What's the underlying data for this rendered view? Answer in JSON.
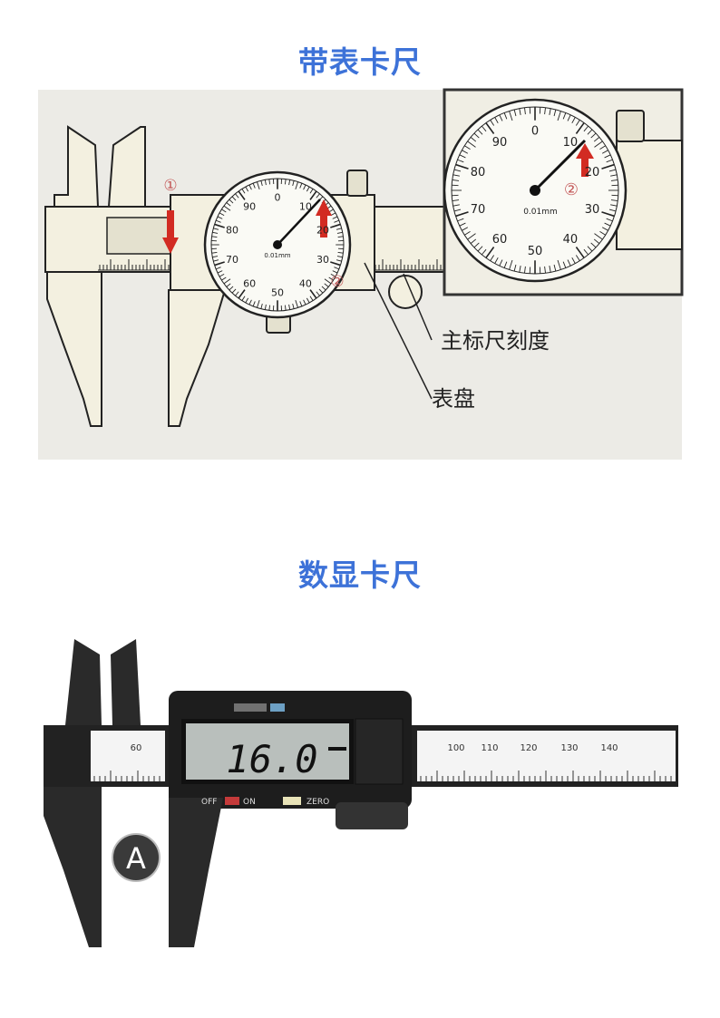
{
  "section1": {
    "title": "带表卡尺",
    "dial_numbers": [
      "0",
      "10",
      "20",
      "30",
      "40",
      "50",
      "60",
      "70",
      "80",
      "90"
    ],
    "dial_unit": "0.01mm",
    "marker_1": "①",
    "marker_2": "②",
    "label_main_scale": "主标尺刻度",
    "label_dial": "表盘",
    "colors": {
      "arrow": "#d22b22",
      "background": "#ecebe6",
      "body": "#f3f0e0"
    }
  },
  "section2": {
    "title": "数显卡尺",
    "display_value": "16.0",
    "button_off": "OFF",
    "button_on": "ON",
    "button_zero": "ZERO",
    "scale_labels": [
      "60",
      "100",
      "110",
      "120",
      "130",
      "140"
    ],
    "badge": "A"
  },
  "title_color": "#3d72d8"
}
